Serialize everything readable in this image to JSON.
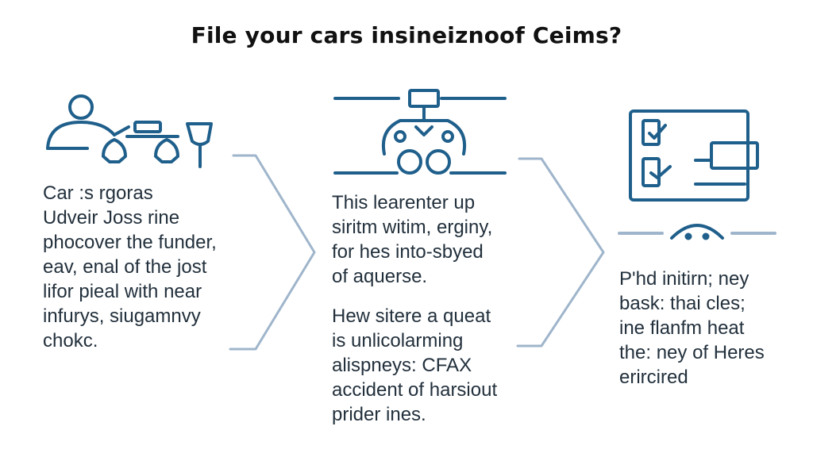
{
  "title": "File your cars insineiznoof Ceims?",
  "colors": {
    "icon_stroke": "#1f5f8b",
    "arrow_stroke": "#9fb5cb",
    "text": "#22303c",
    "title": "#111111"
  },
  "icons": {
    "left": "person-team-hand-icon",
    "middle": "car-front-icon",
    "right": "checklist-board-icon",
    "smile": "smile-arc-icon"
  },
  "columns": [
    {
      "lines": [
        "Car :s rgoras",
        "Udveir Joss rine",
        "phocover the funder,",
        "eav, enal of the jost",
        "lifor pieal with near",
        "infurys, siugamnvy",
        "chokc."
      ]
    },
    {
      "paragraph_a": [
        "This learenter up",
        "siritm witim, erginy,",
        "for hes into-sbyed",
        "of aquerse."
      ],
      "paragraph_b": [
        "Hew sitere a queat",
        "is unlicolarming",
        "alispneys: CFAX",
        "accident of harsiout",
        "prider ines."
      ]
    },
    {
      "lines": [
        "P'hd initirn; ney",
        "bask: thai cles;",
        "ine flanfm heat",
        "the: ney of Heres",
        "erircired"
      ]
    }
  ]
}
